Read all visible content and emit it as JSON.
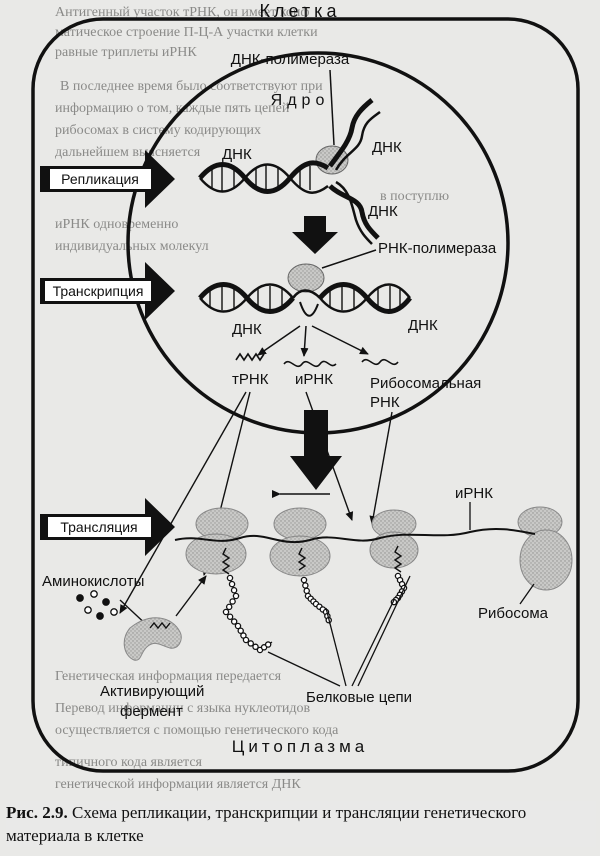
{
  "figure": {
    "cell_label": "Клетка",
    "nucleus_label": "Ядро",
    "cytoplasm_label": "Цитоплазма",
    "dna_polymerase": "ДНК-полимераза",
    "rna_polymerase": "РНК-полимераза",
    "dna": "ДНК",
    "trna": "тРНК",
    "irna": "иРНК",
    "ribosomal_rna_line1": "Рибосомальная",
    "ribosomal_rna_line2": "РНК",
    "ribosome": "Рибосома",
    "amino_acids": "Аминокислоты",
    "activating_enzyme_line1": "Активирующий",
    "activating_enzyme_line2": "фермент",
    "protein_chains": "Белковые цепи",
    "processes": {
      "replication": "Репликация",
      "transcription": "Транскрипция",
      "translation": "Трансляция"
    }
  },
  "caption": {
    "number": "Рис. 2.9.",
    "text": "Схема репликации, транскрипции и трансляции генетического материала в клетке"
  },
  "background_text": [
    "Антигенный участок тРНК, он имеет конф",
    "матическое строение П-Ц-А участки клетки",
    "равные триплеты иРНК",
    "В последнее время было соответствуют при",
    "информацию о том, каждые пять цепей",
    "рибосомах в систему кодирующих",
    "дальнейшем выясняется",
    "в поступлю",
    "иРНК одновременно",
    "индивидуальных молекул",
    "Генетическая информация передается",
    "Перевод информации с языка нуклеотидов",
    "осуществляется с помощью генетического кода",
    "типичного кода является",
    "генетической информации является ДНК"
  ]
}
